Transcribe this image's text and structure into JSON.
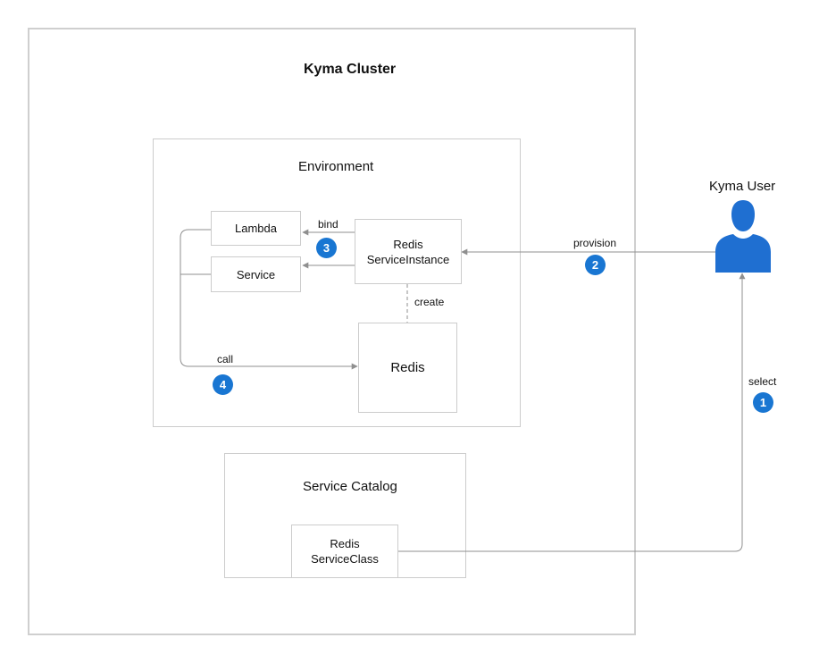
{
  "colors": {
    "accent": "#1976d2",
    "user_blue": "#1f6fd1",
    "line": "#8f8f8f",
    "border": "#cccccc"
  },
  "cluster": {
    "title": "Kyma Cluster"
  },
  "environment": {
    "title": "Environment",
    "nodes": {
      "lambda": "Lambda",
      "service": "Service",
      "redis_instance": [
        "Redis",
        "ServiceInstance"
      ],
      "redis": "Redis"
    }
  },
  "catalog": {
    "title": "Service Catalog",
    "node": [
      "Redis",
      "ServiceClass"
    ]
  },
  "user": {
    "label": "Kyma User",
    "icon": "user-icon"
  },
  "edges": {
    "bind": "bind",
    "provision": "provision",
    "create": "create",
    "call": "call",
    "select": "select"
  },
  "steps": {
    "one": "1",
    "two": "2",
    "three": "3",
    "four": "4"
  }
}
